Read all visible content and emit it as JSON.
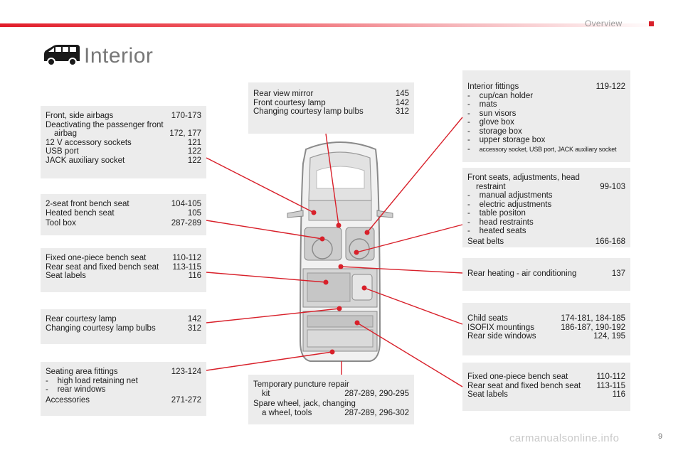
{
  "header": {
    "section": "Overview"
  },
  "page": {
    "title": "Interior",
    "number": "9"
  },
  "watermark": "carmanualsonline.info",
  "colors": {
    "accent": "#d8202a",
    "box_bg": "#ececec"
  },
  "icons": {
    "van": "van-icon"
  },
  "boxes": {
    "airbags": {
      "line1_label": "Front, side airbags",
      "line1_page": "170-173",
      "line2_label": "Deactivating the passenger front",
      "line3_label": "airbag",
      "line3_page": "172, 177",
      "line4_label": "12 V accessory sockets",
      "line4_page": "121",
      "line5_label": "USB port",
      "line5_page": "122",
      "line6_label": "JACK auxiliary socket",
      "line6_page": "122"
    },
    "bench_front": {
      "line1_label": "2-seat front bench seat",
      "line1_page": "104-105",
      "line2_label": "Heated bench seat",
      "line2_page": "105",
      "line3_label": "Tool box",
      "line3_page": "287-289"
    },
    "fixed_left": {
      "line1_label": "Fixed one-piece bench seat",
      "line1_page": "110-112",
      "line2_label": "Rear seat and fixed bench seat",
      "line2_page": "113-115",
      "line3_label": "Seat labels",
      "line3_page": "116"
    },
    "courtesy": {
      "line1_label": "Rear courtesy lamp",
      "line1_page": "142",
      "line2_label": "Changing courtesy lamp bulbs",
      "line2_page": "312"
    },
    "seating": {
      "line1_label": "Seating area fittings",
      "line1_page": "123-124",
      "line2_label": "high load retaining net",
      "line3_label": "rear windows",
      "line4_label": "Accessories",
      "line4_page": "271-272"
    },
    "mirror": {
      "line1_label": "Rear view mirror",
      "line1_page": "145",
      "line2_label": "Front courtesy lamp",
      "line2_page": "142",
      "line3_label": "Changing courtesy lamp bulbs",
      "line3_page": "312"
    },
    "puncture": {
      "line1_label": "Temporary puncture repair",
      "line2_label": "kit",
      "line2_page": "287-289, 290-295",
      "line3_label": "Spare wheel, jack, changing",
      "line4_label": "a wheel, tools",
      "line4_page": "287-289, 296-302"
    },
    "fittings": {
      "line1_label": "Interior fittings",
      "line1_page": "119-122",
      "items": [
        "cup/can holder",
        "mats",
        "sun visors",
        "glove box",
        "storage box",
        "upper storage box",
        "accessory socket, USB port, JACK auxiliary socket"
      ]
    },
    "front_seats": {
      "line1_label": "Front seats, adjustments, head",
      "line2_label": "restraint",
      "line2_page": "99-103",
      "items": [
        "manual adjustments",
        "electric adjustments",
        "table positon",
        "head restraints",
        "heated seats"
      ],
      "line3_label": "Seat belts",
      "line3_page": "166-168"
    },
    "heating": {
      "line1_label": "Rear heating - air conditioning",
      "line1_page": "137"
    },
    "child": {
      "line1_label": "Child seats",
      "line1_page": "174-181, 184-185",
      "line2_label": "ISOFIX mountings",
      "line2_page": "186-187, 190-192",
      "line3_label": "Rear side windows",
      "line3_page": "124, 195"
    },
    "fixed_right": {
      "line1_label": "Fixed one-piece bench seat",
      "line1_page": "110-112",
      "line2_label": "Rear seat and fixed bench seat",
      "line2_page": "113-115",
      "line3_label": "Seat labels",
      "line3_page": "116"
    }
  }
}
